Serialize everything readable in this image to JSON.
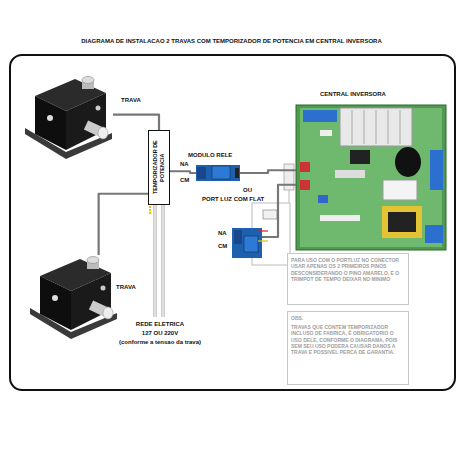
{
  "diagram": {
    "title": "DIAGRAMA DE INSTALACAO 2 TRAVAS COM  TEMPORIZADOR DE POTENCIA EM CENTRAL INVERSORA",
    "nodes": [
      {
        "text": [
          "TRAVA"
        ]
      },
      {
        "text": [
          "TRAVA"
        ]
      },
      {
        "text": [
          "TEMPORIZADOR DE POTENCIA"
        ]
      },
      {
        "text": [
          "MODULO RELE"
        ]
      },
      {
        "text": [
          "CENTRAL INVERSORA"
        ]
      },
      {
        "text": [
          "PORT LUZ COM FLAT"
        ]
      },
      {
        "text": [
          "PARA USO COM O PORTLUZ NO CONECTOR USAR APENAS OS 2 PRIMEIROS PINOS DESCONSIDERANDO O PINO AMARELO, E O TRIMPOT DE TEMPO DEIXAR NO MINIMO"
        ]
      },
      {
        "text": [
          "OBS.",
          "TRAVAS QUE CONTEM TEMPORIZADOR INCLUSO DE FABRICA, É OBRIGATORIO O USO DELE, CONFORME O DIAGRAMA, POIS SEM SEU USO PODERA CAUSAR DANOS A TRAVA E POSSIVEL PERCA DE GARANTIA."
        ]
      }
    ],
    "edges": [
      {
        "from": 0,
        "to": 2,
        "arrow": "none"
      },
      {
        "from": 1,
        "to": 2,
        "arrow": "none"
      },
      {
        "from": 2,
        "to": 3,
        "arrow": "none"
      },
      {
        "from": 3,
        "to": 4,
        "arrow": "none"
      },
      {
        "from": 5,
        "to": 4,
        "arrow": "none"
      }
    ],
    "labels": [
      "NA",
      "CM",
      "OU",
      "NA",
      "CM",
      "REDE ELETRICA",
      "127 OU 220V",
      "(conforme a tensao da trava)"
    ]
  }
}
